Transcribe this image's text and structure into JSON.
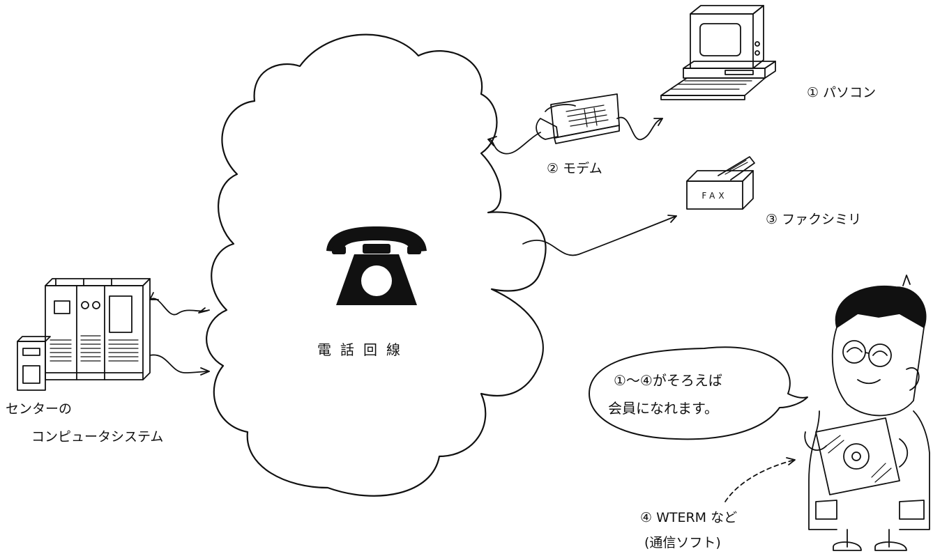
{
  "network": {
    "label": "電話回線",
    "icon": "telephone-icon"
  },
  "devices": {
    "pc": {
      "label": "① パソコン",
      "icon": "computer-icon"
    },
    "modem": {
      "label": "② モデム",
      "icon": "modem-icon"
    },
    "fax": {
      "label": "③ ファクシミリ",
      "icon": "fax-machine-icon",
      "device_text": "FAX"
    },
    "software": {
      "label": "④ WTERM など",
      "sublabel": "(通信ソフト)",
      "icon": "floppy-disk-icon"
    }
  },
  "center": {
    "line1": "センターの",
    "line2": "コンピュータシステム",
    "icon": "server-rack-icon"
  },
  "speech": {
    "line1": "①～④がそろえば",
    "line2": "会員になれます。"
  },
  "colors": {
    "ink": "#111111",
    "background": "#ffffff"
  }
}
